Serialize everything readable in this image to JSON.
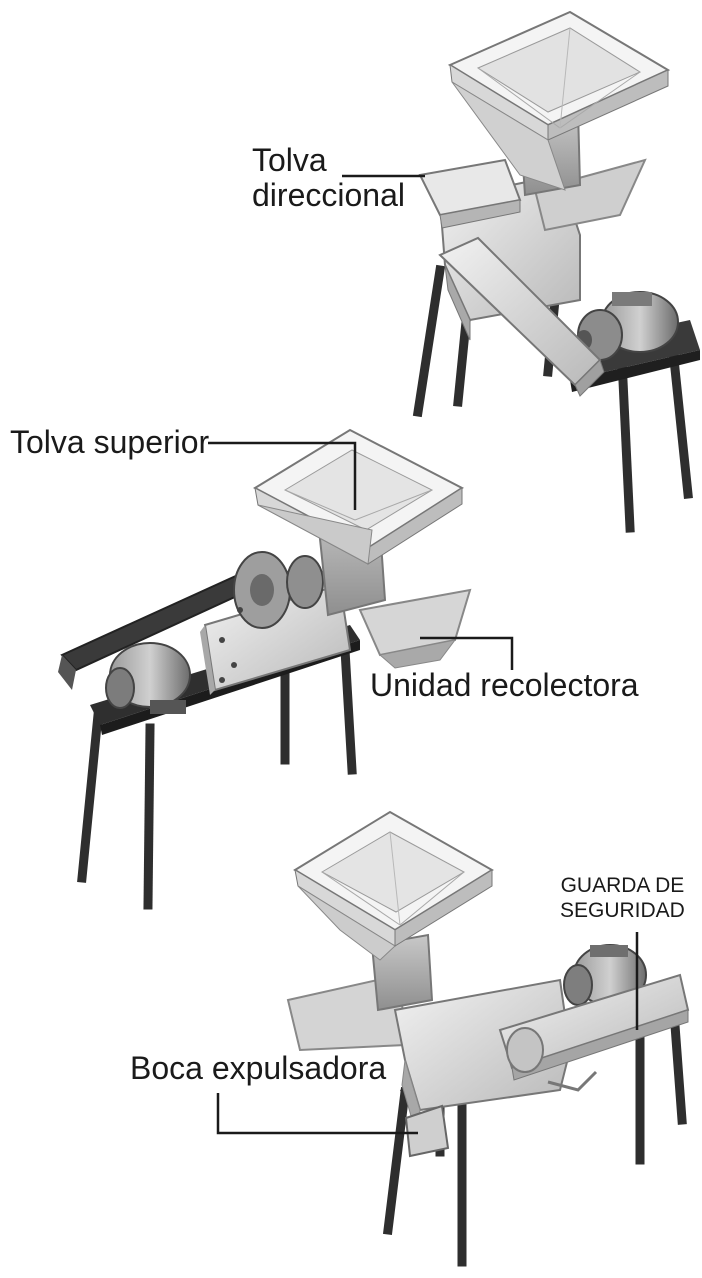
{
  "labels": {
    "tolva_direccional_line1": "Tolva",
    "tolva_direccional_line2": "direccional",
    "tolva_superior": "Tolva superior",
    "unidad_recolectora": "Unidad recolectora",
    "guarda_line1": "GUARDA DE",
    "guarda_line2": "SEGURIDAD",
    "boca_expulsadora": "Boca expulsadora"
  },
  "colors": {
    "leader_line": "#1a1a1a",
    "metal_light": "#dedede",
    "metal_mid": "#bdbdbd",
    "metal_dark": "#8a8a8a",
    "frame": "#2e2e2e",
    "motor": "#6f6f6f"
  }
}
